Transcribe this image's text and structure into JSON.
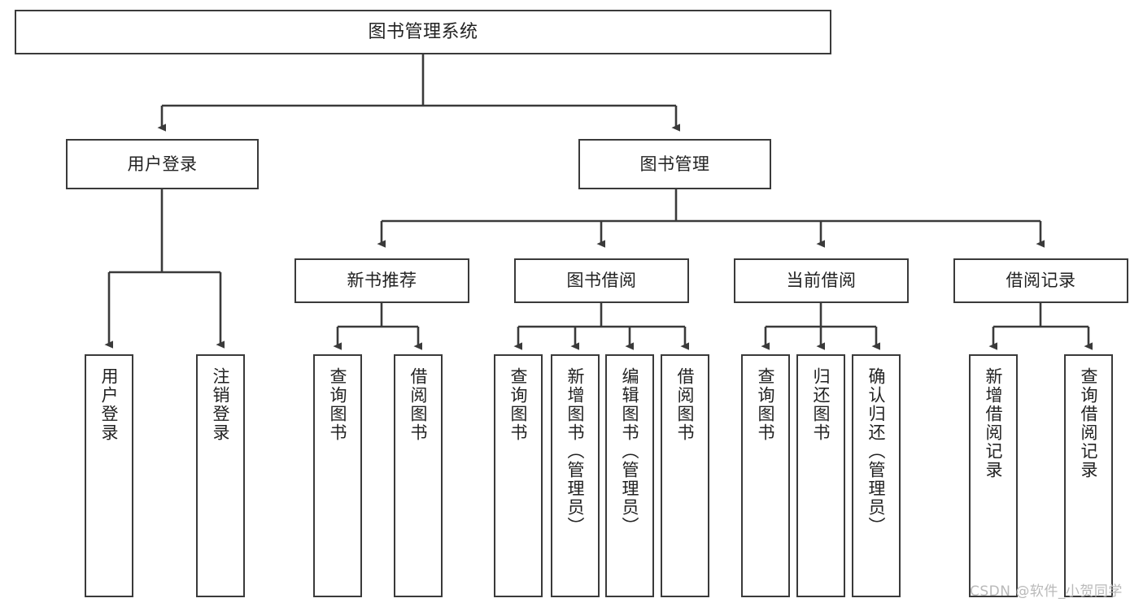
{
  "diagram": {
    "title": "图书管理系统",
    "type": "tree-diagram",
    "root": {
      "label": "图书管理系统"
    },
    "level2": [
      {
        "label": "用户登录"
      },
      {
        "label": "图书管理"
      }
    ],
    "level3": [
      {
        "label": "新书推荐"
      },
      {
        "label": "图书借阅"
      },
      {
        "label": "当前借阅"
      },
      {
        "label": "借阅记录"
      }
    ],
    "leaves": {
      "user_login": [
        {
          "label": "用户登录"
        },
        {
          "label": "注销登录"
        }
      ],
      "new_book_recommend": [
        {
          "label": "查询图书"
        },
        {
          "label": "借阅图书"
        }
      ],
      "book_borrow": [
        {
          "label": "查询图书"
        },
        {
          "label": "新增图书（管理员）"
        },
        {
          "label": "编辑图书（管理员）"
        },
        {
          "label": "借阅图书"
        }
      ],
      "current_borrow": [
        {
          "label": "查询图书"
        },
        {
          "label": "归还图书"
        },
        {
          "label": "确认归还（管理员）"
        }
      ],
      "borrow_records": [
        {
          "label": "新增借阅记录"
        },
        {
          "label": "查询借阅记录"
        }
      ]
    }
  },
  "watermark": {
    "text": "CSDN @软件_小贺同学"
  },
  "colors": {
    "border": "#3a3a3a",
    "text": "#222222",
    "background": "#ffffff",
    "watermark": "#b9b9b9"
  }
}
